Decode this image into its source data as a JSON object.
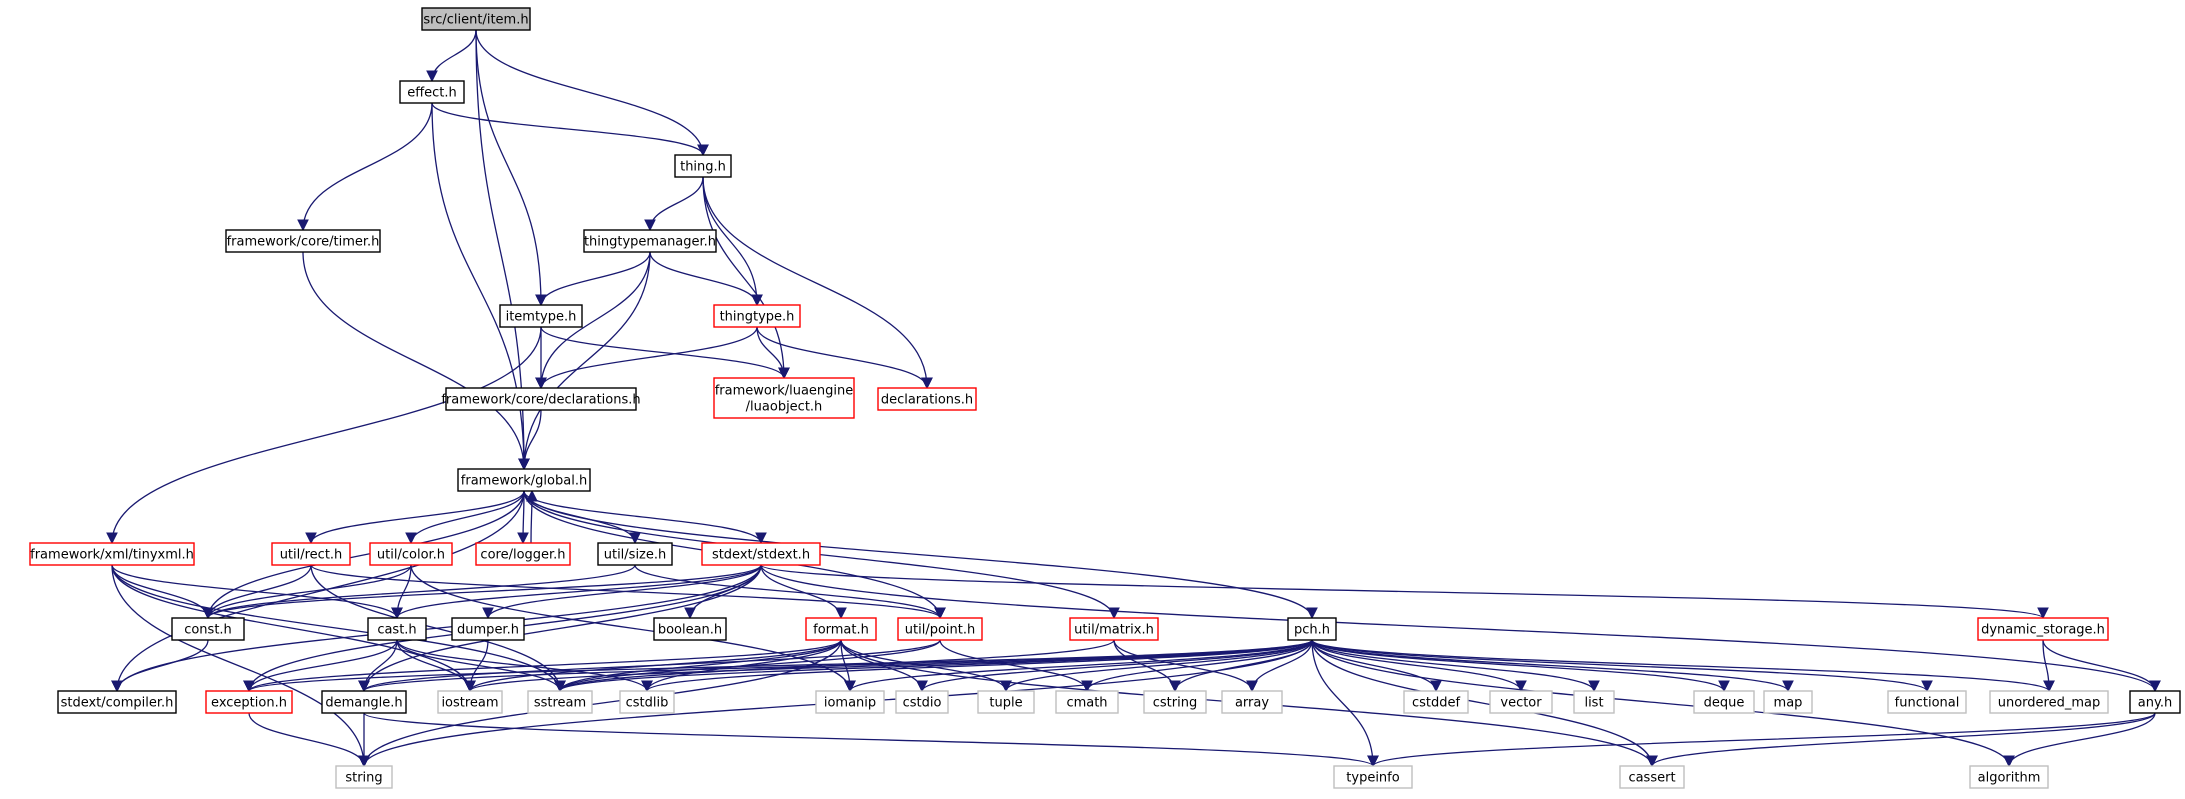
{
  "root": "src/client/item.h",
  "nodes": [
    {
      "id": "item",
      "lines": [
        "src/client/item.h"
      ],
      "style": "root"
    },
    {
      "id": "effect",
      "lines": [
        "effect.h"
      ],
      "style": "std"
    },
    {
      "id": "thing",
      "lines": [
        "thing.h"
      ],
      "style": "std"
    },
    {
      "id": "timer",
      "lines": [
        "framework/core/timer.h"
      ],
      "style": "std"
    },
    {
      "id": "ttm",
      "lines": [
        "thingtypemanager.h"
      ],
      "style": "std"
    },
    {
      "id": "itemtype",
      "lines": [
        "itemtype.h"
      ],
      "style": "std"
    },
    {
      "id": "thingtype",
      "lines": [
        "thingtype.h"
      ],
      "style": "red"
    },
    {
      "id": "coredecl",
      "lines": [
        "framework/core/declarations.h"
      ],
      "style": "std"
    },
    {
      "id": "luaobject",
      "lines": [
        "framework/luaengine",
        "/luaobject.h"
      ],
      "style": "red"
    },
    {
      "id": "decl",
      "lines": [
        "declarations.h"
      ],
      "style": "red"
    },
    {
      "id": "global",
      "lines": [
        "framework/global.h"
      ],
      "style": "std"
    },
    {
      "id": "tinyxml",
      "lines": [
        "framework/xml/tinyxml.h"
      ],
      "style": "red"
    },
    {
      "id": "rect",
      "lines": [
        "util/rect.h"
      ],
      "style": "red"
    },
    {
      "id": "color",
      "lines": [
        "util/color.h"
      ],
      "style": "red"
    },
    {
      "id": "logger",
      "lines": [
        "core/logger.h"
      ],
      "style": "red"
    },
    {
      "id": "size",
      "lines": [
        "util/size.h"
      ],
      "style": "std"
    },
    {
      "id": "stdext",
      "lines": [
        "stdext/stdext.h"
      ],
      "style": "red"
    },
    {
      "id": "const",
      "lines": [
        "const.h"
      ],
      "style": "std"
    },
    {
      "id": "cast",
      "lines": [
        "cast.h"
      ],
      "style": "std"
    },
    {
      "id": "dumper",
      "lines": [
        "dumper.h"
      ],
      "style": "std"
    },
    {
      "id": "boolean",
      "lines": [
        "boolean.h"
      ],
      "style": "std"
    },
    {
      "id": "format",
      "lines": [
        "format.h"
      ],
      "style": "red"
    },
    {
      "id": "point",
      "lines": [
        "util/point.h"
      ],
      "style": "red"
    },
    {
      "id": "matrix",
      "lines": [
        "util/matrix.h"
      ],
      "style": "red"
    },
    {
      "id": "pch",
      "lines": [
        "pch.h"
      ],
      "style": "std"
    },
    {
      "id": "dynstorage",
      "lines": [
        "dynamic_storage.h"
      ],
      "style": "red"
    },
    {
      "id": "compiler",
      "lines": [
        "stdext/compiler.h"
      ],
      "style": "std"
    },
    {
      "id": "exception",
      "lines": [
        "exception.h"
      ],
      "style": "red"
    },
    {
      "id": "demangle",
      "lines": [
        "demangle.h"
      ],
      "style": "std"
    },
    {
      "id": "iostream",
      "lines": [
        "iostream"
      ],
      "style": "ext"
    },
    {
      "id": "sstream",
      "lines": [
        "sstream"
      ],
      "style": "ext"
    },
    {
      "id": "cstdlib",
      "lines": [
        "cstdlib"
      ],
      "style": "ext"
    },
    {
      "id": "iomanip",
      "lines": [
        "iomanip"
      ],
      "style": "ext"
    },
    {
      "id": "cstdio",
      "lines": [
        "cstdio"
      ],
      "style": "ext"
    },
    {
      "id": "tuple",
      "lines": [
        "tuple"
      ],
      "style": "ext"
    },
    {
      "id": "cmath",
      "lines": [
        "cmath"
      ],
      "style": "ext"
    },
    {
      "id": "cstring",
      "lines": [
        "cstring"
      ],
      "style": "ext"
    },
    {
      "id": "array",
      "lines": [
        "array"
      ],
      "style": "ext"
    },
    {
      "id": "cstddef",
      "lines": [
        "cstddef"
      ],
      "style": "ext"
    },
    {
      "id": "vector",
      "lines": [
        "vector"
      ],
      "style": "ext"
    },
    {
      "id": "list",
      "lines": [
        "list"
      ],
      "style": "ext"
    },
    {
      "id": "deque",
      "lines": [
        "deque"
      ],
      "style": "ext"
    },
    {
      "id": "map",
      "lines": [
        "map"
      ],
      "style": "ext"
    },
    {
      "id": "functional",
      "lines": [
        "functional"
      ],
      "style": "ext"
    },
    {
      "id": "unordered_map",
      "lines": [
        "unordered_map"
      ],
      "style": "ext"
    },
    {
      "id": "any",
      "lines": [
        "any.h"
      ],
      "style": "std"
    },
    {
      "id": "string",
      "lines": [
        "string"
      ],
      "style": "ext"
    },
    {
      "id": "typeinfo",
      "lines": [
        "typeinfo"
      ],
      "style": "ext"
    },
    {
      "id": "cassert",
      "lines": [
        "cassert"
      ],
      "style": "ext"
    },
    {
      "id": "algorithm",
      "lines": [
        "algorithm"
      ],
      "style": "ext"
    }
  ],
  "edges": [
    [
      "item",
      "effect"
    ],
    [
      "item",
      "thing"
    ],
    [
      "item",
      "itemtype"
    ],
    [
      "item",
      "global"
    ],
    [
      "effect",
      "thing"
    ],
    [
      "effect",
      "timer"
    ],
    [
      "effect",
      "global"
    ],
    [
      "timer",
      "global"
    ],
    [
      "thing",
      "ttm"
    ],
    [
      "thing",
      "thingtype"
    ],
    [
      "thing",
      "luaobject"
    ],
    [
      "thing",
      "decl"
    ],
    [
      "ttm",
      "itemtype"
    ],
    [
      "ttm",
      "thingtype"
    ],
    [
      "ttm",
      "coredecl"
    ],
    [
      "ttm",
      "global"
    ],
    [
      "itemtype",
      "coredecl"
    ],
    [
      "itemtype",
      "luaobject"
    ],
    [
      "itemtype",
      "tinyxml"
    ],
    [
      "thingtype",
      "coredecl"
    ],
    [
      "thingtype",
      "luaobject"
    ],
    [
      "thingtype",
      "decl"
    ],
    [
      "coredecl",
      "global"
    ],
    [
      "global",
      "logger"
    ],
    [
      "logger",
      "global"
    ],
    [
      "global",
      "compiler"
    ],
    [
      "global",
      "const"
    ],
    [
      "global",
      "rect"
    ],
    [
      "global",
      "color"
    ],
    [
      "global",
      "size"
    ],
    [
      "global",
      "stdext"
    ],
    [
      "global",
      "point"
    ],
    [
      "global",
      "matrix"
    ],
    [
      "global",
      "pch"
    ],
    [
      "tinyxml",
      "const"
    ],
    [
      "tinyxml",
      "cast"
    ],
    [
      "tinyxml",
      "string"
    ],
    [
      "tinyxml",
      "iostream"
    ],
    [
      "tinyxml",
      "sstream"
    ],
    [
      "rect",
      "const"
    ],
    [
      "rect",
      "point"
    ],
    [
      "rect",
      "sstream"
    ],
    [
      "color",
      "const"
    ],
    [
      "color",
      "cast"
    ],
    [
      "color",
      "iomanip"
    ],
    [
      "size",
      "const"
    ],
    [
      "size",
      "point"
    ],
    [
      "stdext",
      "compiler"
    ],
    [
      "stdext",
      "const"
    ],
    [
      "stdext",
      "cast"
    ],
    [
      "stdext",
      "dumper"
    ],
    [
      "stdext",
      "boolean"
    ],
    [
      "stdext",
      "format"
    ],
    [
      "stdext",
      "exception"
    ],
    [
      "stdext",
      "dynstorage"
    ],
    [
      "stdext",
      "any"
    ],
    [
      "stdext",
      "demangle"
    ],
    [
      "const",
      "compiler"
    ],
    [
      "cast",
      "exception"
    ],
    [
      "cast",
      "demangle"
    ],
    [
      "cast",
      "iostream"
    ],
    [
      "cast",
      "sstream"
    ],
    [
      "cast",
      "cstdlib"
    ],
    [
      "dumper",
      "iostream"
    ],
    [
      "format",
      "string"
    ],
    [
      "format",
      "iostream"
    ],
    [
      "format",
      "sstream"
    ],
    [
      "format",
      "cstdlib"
    ],
    [
      "format",
      "iomanip"
    ],
    [
      "format",
      "cstdio"
    ],
    [
      "format",
      "tuple"
    ],
    [
      "format",
      "cassert"
    ],
    [
      "format",
      "exception"
    ],
    [
      "point",
      "sstream"
    ],
    [
      "point",
      "cmath"
    ],
    [
      "point",
      "demangle"
    ],
    [
      "matrix",
      "sstream"
    ],
    [
      "matrix",
      "cstring"
    ],
    [
      "matrix",
      "array"
    ],
    [
      "pch",
      "iostream"
    ],
    [
      "pch",
      "sstream"
    ],
    [
      "pch",
      "cstdlib"
    ],
    [
      "pch",
      "iomanip"
    ],
    [
      "pch",
      "cstdio"
    ],
    [
      "pch",
      "tuple"
    ],
    [
      "pch",
      "cmath"
    ],
    [
      "pch",
      "cstring"
    ],
    [
      "pch",
      "array"
    ],
    [
      "pch",
      "cstddef"
    ],
    [
      "pch",
      "vector"
    ],
    [
      "pch",
      "list"
    ],
    [
      "pch",
      "deque"
    ],
    [
      "pch",
      "map"
    ],
    [
      "pch",
      "functional"
    ],
    [
      "pch",
      "unordered_map"
    ],
    [
      "pch",
      "string"
    ],
    [
      "pch",
      "typeinfo"
    ],
    [
      "pch",
      "cassert"
    ],
    [
      "pch",
      "algorithm"
    ],
    [
      "pch",
      "demangle"
    ],
    [
      "pch",
      "exception"
    ],
    [
      "dynstorage",
      "unordered_map"
    ],
    [
      "dynstorage",
      "any"
    ],
    [
      "exception",
      "string"
    ],
    [
      "demangle",
      "string"
    ],
    [
      "demangle",
      "typeinfo"
    ],
    [
      "any",
      "typeinfo"
    ],
    [
      "any",
      "cassert"
    ],
    [
      "any",
      "algorithm"
    ]
  ]
}
